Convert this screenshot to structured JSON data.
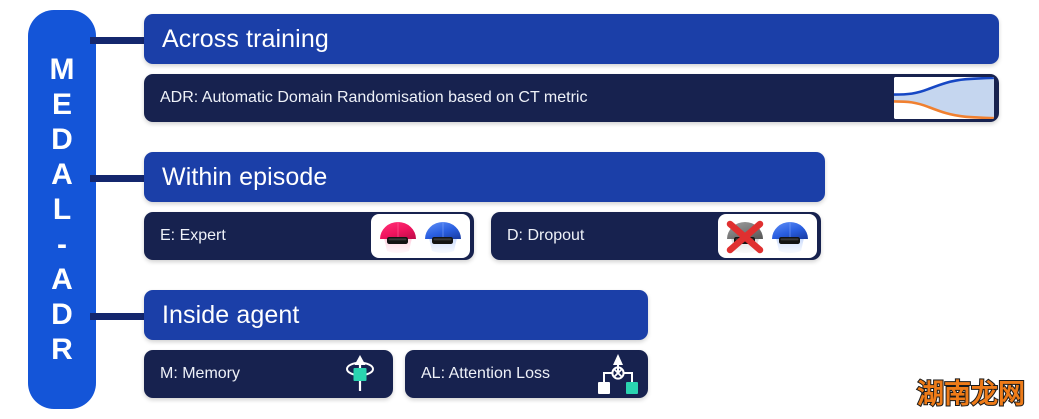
{
  "spine": {
    "name": "MEDAL-ADR",
    "letters": [
      "M",
      "E",
      "D",
      "A",
      "L",
      "-",
      "A",
      "D",
      "R"
    ],
    "color": "#1455d8"
  },
  "colors": {
    "spine_blue": "#1455d8",
    "header_blue": "#1b3fa8",
    "card_navy": "#17224f",
    "connector_navy": "#14276e",
    "accent_teal": "#2ad4b0",
    "accent_orange": "#f28c3c",
    "accent_pink": "#f22a6b",
    "accent_avatar_blue": "#2f5fd9",
    "chart_fill": "#c5d6ef"
  },
  "sections": [
    {
      "header": "Across training",
      "items": [
        {
          "label": "ADR: Automatic Domain Randomisation based on CT metric",
          "icon": "adr-curve-chart"
        }
      ]
    },
    {
      "header": "Within episode",
      "items": [
        {
          "label": "E: Expert",
          "icon": "two-agents-avatar"
        },
        {
          "label": "D: Dropout",
          "icon": "agent-dropout-avatar"
        }
      ]
    },
    {
      "header": "Inside agent",
      "items": [
        {
          "label": "M: Memory",
          "icon": "memory-orbit-icon"
        },
        {
          "label": "AL: Attention Loss",
          "icon": "attention-loss-icon"
        }
      ]
    }
  ],
  "chart_data": {
    "type": "line",
    "title": "",
    "xlabel": "",
    "ylabel": "",
    "grid": false,
    "legend": "none",
    "xlim": [
      0,
      1
    ],
    "ylim": [
      0,
      1
    ],
    "x": [
      0.0,
      0.125,
      0.25,
      0.375,
      0.5,
      0.625,
      0.75,
      0.875,
      1.0
    ],
    "series": [
      {
        "name": "upper-bound",
        "color": "#1647c4",
        "values": [
          0.58,
          0.58,
          0.6,
          0.68,
          0.8,
          0.9,
          0.95,
          0.97,
          0.98
        ]
      },
      {
        "name": "lower-bound",
        "color": "#f08030",
        "values": [
          0.42,
          0.42,
          0.4,
          0.33,
          0.2,
          0.1,
          0.05,
          0.03,
          0.02
        ]
      }
    ],
    "fill_between": {
      "upper": "upper-bound",
      "lower": "lower-bound",
      "color": "#c5d6ef"
    }
  },
  "watermark": {
    "text": "湖南龙网"
  }
}
